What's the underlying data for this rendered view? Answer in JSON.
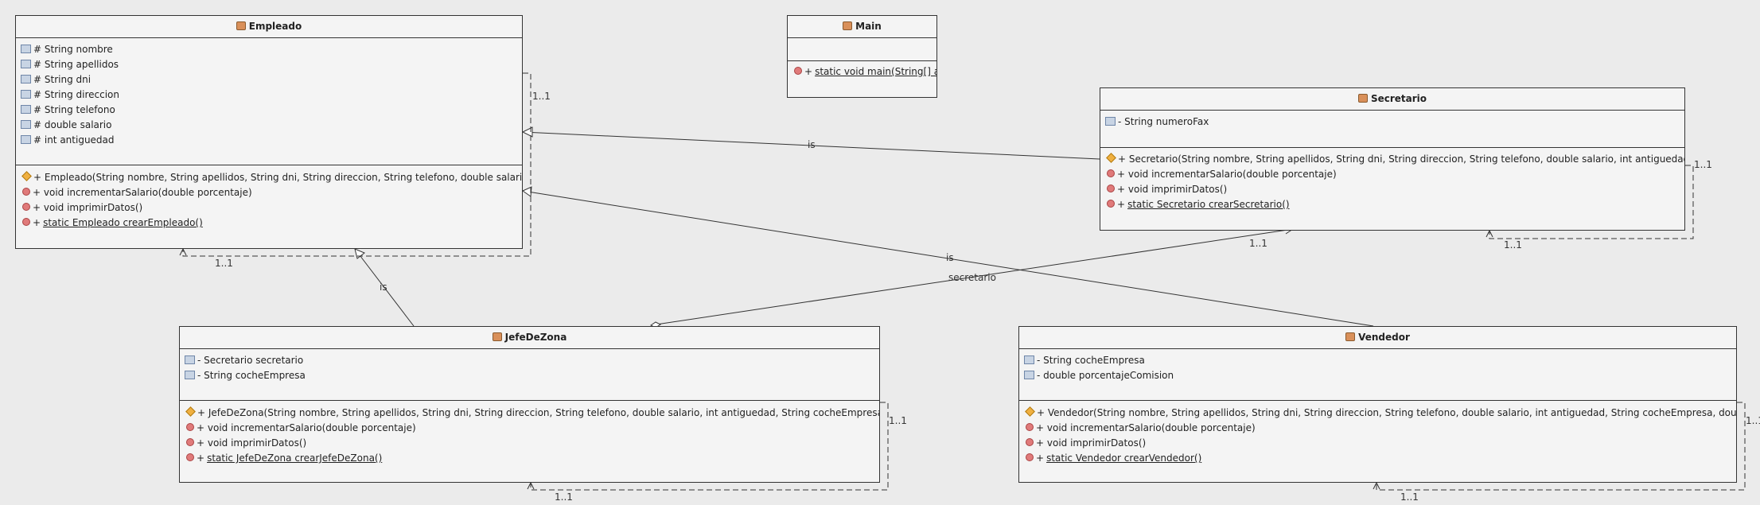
{
  "classes": {
    "empleado": {
      "name": "Empleado",
      "attributes": [
        "# String nombre",
        "# String apellidos",
        "# String dni",
        "# String direccion",
        "# String telefono",
        "# double salario",
        "# int antiguedad"
      ],
      "constructor": "+ Empleado(String nombre, String apellidos, String dni, String direccion, String telefono, double salario, int antigüedad",
      "methods": [
        "+ void incrementarSalario(double porcentaje)",
        "+ void imprimirDatos()"
      ],
      "static_vis": "+",
      "static_method": "static Empleado crearEmpleado()"
    },
    "main": {
      "name": "Main",
      "static_vis": "+",
      "static_method": "static void main(String[] args"
    },
    "secretario": {
      "name": "Secretario",
      "attributes": [
        "- String numeroFax"
      ],
      "constructor": "+ Secretario(String nombre, String apellidos, String dni, String direccion, String telefono, double salario, int antiguedad, String nume",
      "methods": [
        "+ void incrementarSalario(double porcentaje)",
        "+ void imprimirDatos()"
      ],
      "static_vis": "+",
      "static_method": "static Secretario crearSecretario()"
    },
    "jefe": {
      "name": "JefeDeZona",
      "attributes": [
        "- Secretario secretario",
        "- String cocheEmpresa"
      ],
      "constructor": "+ JefeDeZona(String nombre, String apellidos, String dni, String direccion, String telefono, double salario, int antiguedad, String cocheEmpresa, Secretario se",
      "methods": [
        "+ void incrementarSalario(double porcentaje)",
        "+ void imprimirDatos()"
      ],
      "static_vis": "+",
      "static_method": "static JefeDeZona crearJefeDeZona()"
    },
    "vendedor": {
      "name": "Vendedor",
      "attributes": [
        "- String cocheEmpresa",
        "- double porcentajeComision"
      ],
      "constructor": "+ Vendedor(String nombre, String apellidos, String dni, String direccion, String telefono, double salario, int antiguedad, String cocheEmpresa, double porcentajeC",
      "methods": [
        "+ void incrementarSalario(double porcentaje)",
        "+ void imprimirDatos()"
      ],
      "static_vis": "+",
      "static_method": "static Vendedor crearVendedor()"
    }
  },
  "labels": {
    "is": "is",
    "secretario": "secretario",
    "mult": "1..1"
  }
}
